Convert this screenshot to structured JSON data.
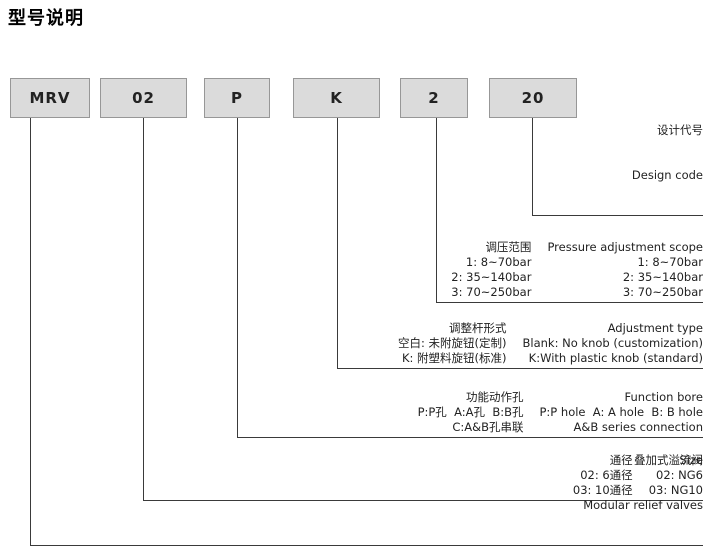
{
  "page": {
    "title": "型号说明"
  },
  "code_boxes": [
    "MRV",
    "02",
    "P",
    "K",
    "2",
    "20"
  ],
  "design_code": {
    "zh": "设计代号",
    "en": "Design code"
  },
  "pressure": {
    "rows": [
      {
        "zh": "调压范围",
        "en": "Pressure adjustment scope"
      },
      {
        "zh": "1: 8~70bar",
        "en": "1: 8~70bar"
      },
      {
        "zh": "2: 35~140bar",
        "en": "2: 35~140bar"
      },
      {
        "zh": "3: 70~250bar",
        "en": "3: 70~250bar"
      }
    ]
  },
  "adjustment": {
    "rows": [
      {
        "zh": "调整杆形式",
        "en": "Adjustment type"
      },
      {
        "zh": "空白: 未附旋钮(定制)",
        "en": "Blank: No knob (customization)"
      },
      {
        "zh": "K: 附塑料旋钮(标准)",
        "en": "K:With plastic knob (standard)"
      }
    ]
  },
  "function_bore": {
    "rows": [
      {
        "zh": "功能动作孔",
        "en": "Function bore"
      },
      {
        "zh": "P:P孔  A:A孔  B:B孔",
        "en": "P:P hole  A: A hole  B: B hole"
      },
      {
        "zh": "C:A&B孔串联",
        "en": "A&B series connection"
      }
    ]
  },
  "size": {
    "rows": [
      {
        "zh": "通径",
        "en": "Size"
      },
      {
        "zh": "02: 6通径",
        "en": "02: NG6"
      },
      {
        "zh": "03: 10通径",
        "en": "03: NG10"
      }
    ]
  },
  "valve": {
    "zh": "叠加式溢流阀",
    "en": "Modular relief valves"
  },
  "colors": {
    "box_fill": "#dbdbdb",
    "line": "#3a3a3a"
  }
}
